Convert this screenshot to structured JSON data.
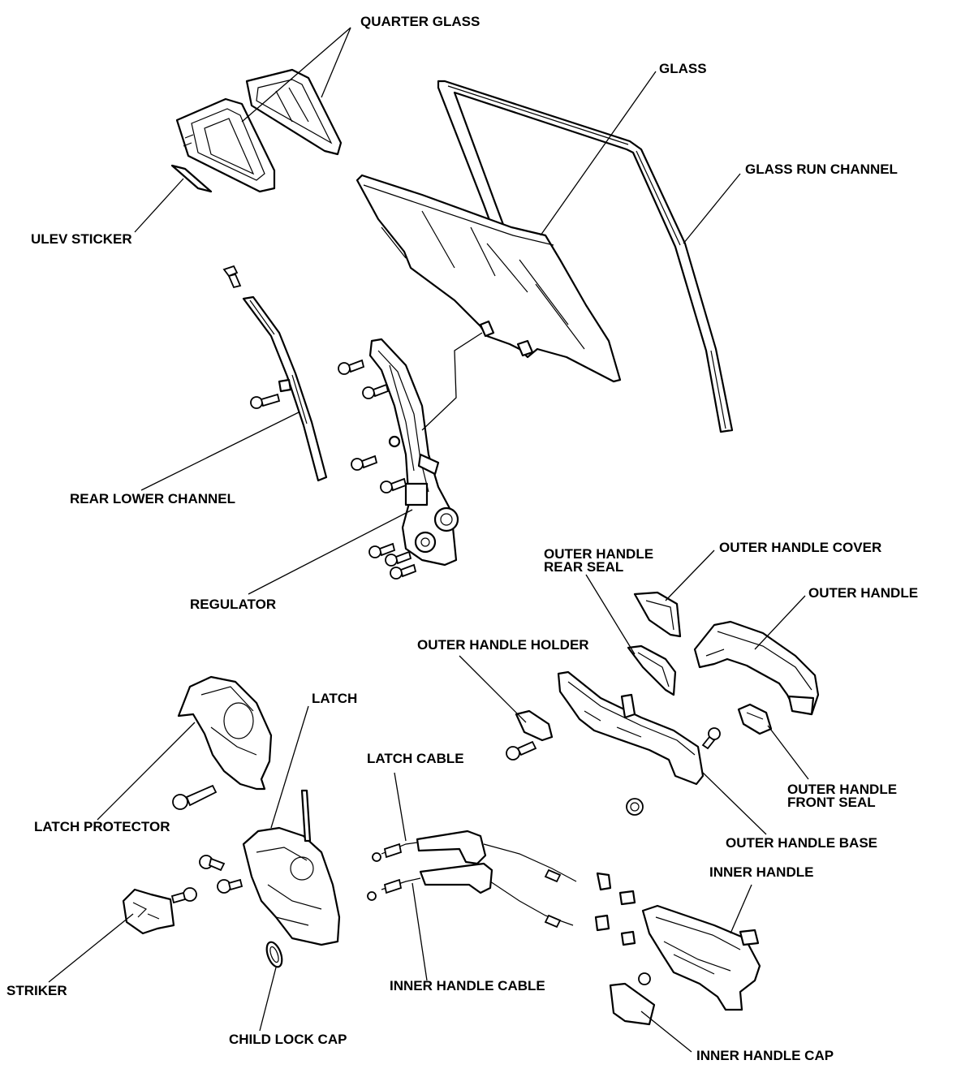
{
  "labels": {
    "quarter_glass": "QUARTER GLASS",
    "glass": "GLASS",
    "glass_run_channel": "GLASS RUN CHANNEL",
    "ulev_sticker": "ULEV STICKER",
    "rear_lower_channel": "REAR LOWER CHANNEL",
    "regulator": "REGULATOR",
    "outer_handle_rear_seal_1": "OUTER HANDLE",
    "outer_handle_rear_seal_2": "REAR SEAL",
    "outer_handle_cover": "OUTER HANDLE COVER",
    "outer_handle": "OUTER HANDLE",
    "outer_handle_holder": "OUTER HANDLE HOLDER",
    "latch": "LATCH",
    "latch_cable": "LATCH CABLE",
    "latch_protector": "LATCH PROTECTOR",
    "outer_handle_front_seal_1": "OUTER HANDLE",
    "outer_handle_front_seal_2": "FRONT SEAL",
    "outer_handle_base": "OUTER HANDLE BASE",
    "inner_handle": "INNER HANDLE",
    "striker": "STRIKER",
    "inner_handle_cable": "INNER HANDLE CABLE",
    "child_lock_cap": "CHILD LOCK CAP",
    "inner_handle_cap": "INNER HANDLE CAP"
  },
  "colors": {
    "line": "#000000",
    "background": "#ffffff"
  }
}
